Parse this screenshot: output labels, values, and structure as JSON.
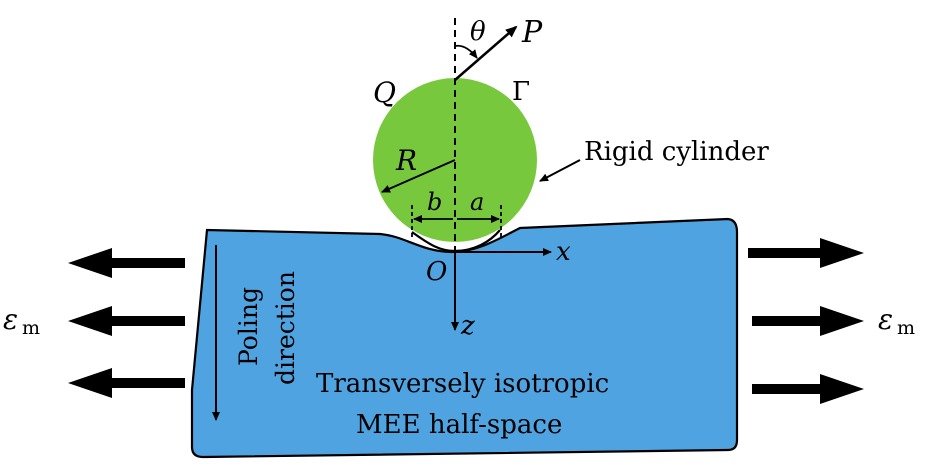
{
  "labels": {
    "theta": "θ",
    "P": "P",
    "Q": "Q",
    "Gamma": "Γ",
    "R": "R",
    "b": "b",
    "a": "a",
    "O": "O",
    "x": "x",
    "z": "z",
    "rigid_cylinder": "Rigid cylinder",
    "poling_line1": "Poling",
    "poling_line2": "direction",
    "halfspace_line1": "Transversely isotropic",
    "halfspace_line2": "MEE half-space",
    "strain_left_sym": "ε",
    "strain_left_sub": "m",
    "strain_right_sym": "ε",
    "strain_right_sub": "m"
  },
  "colors": {
    "cylinder_fill": "#77c83c",
    "halfspace_fill": "#4fa3e0",
    "stroke": "#000000"
  }
}
